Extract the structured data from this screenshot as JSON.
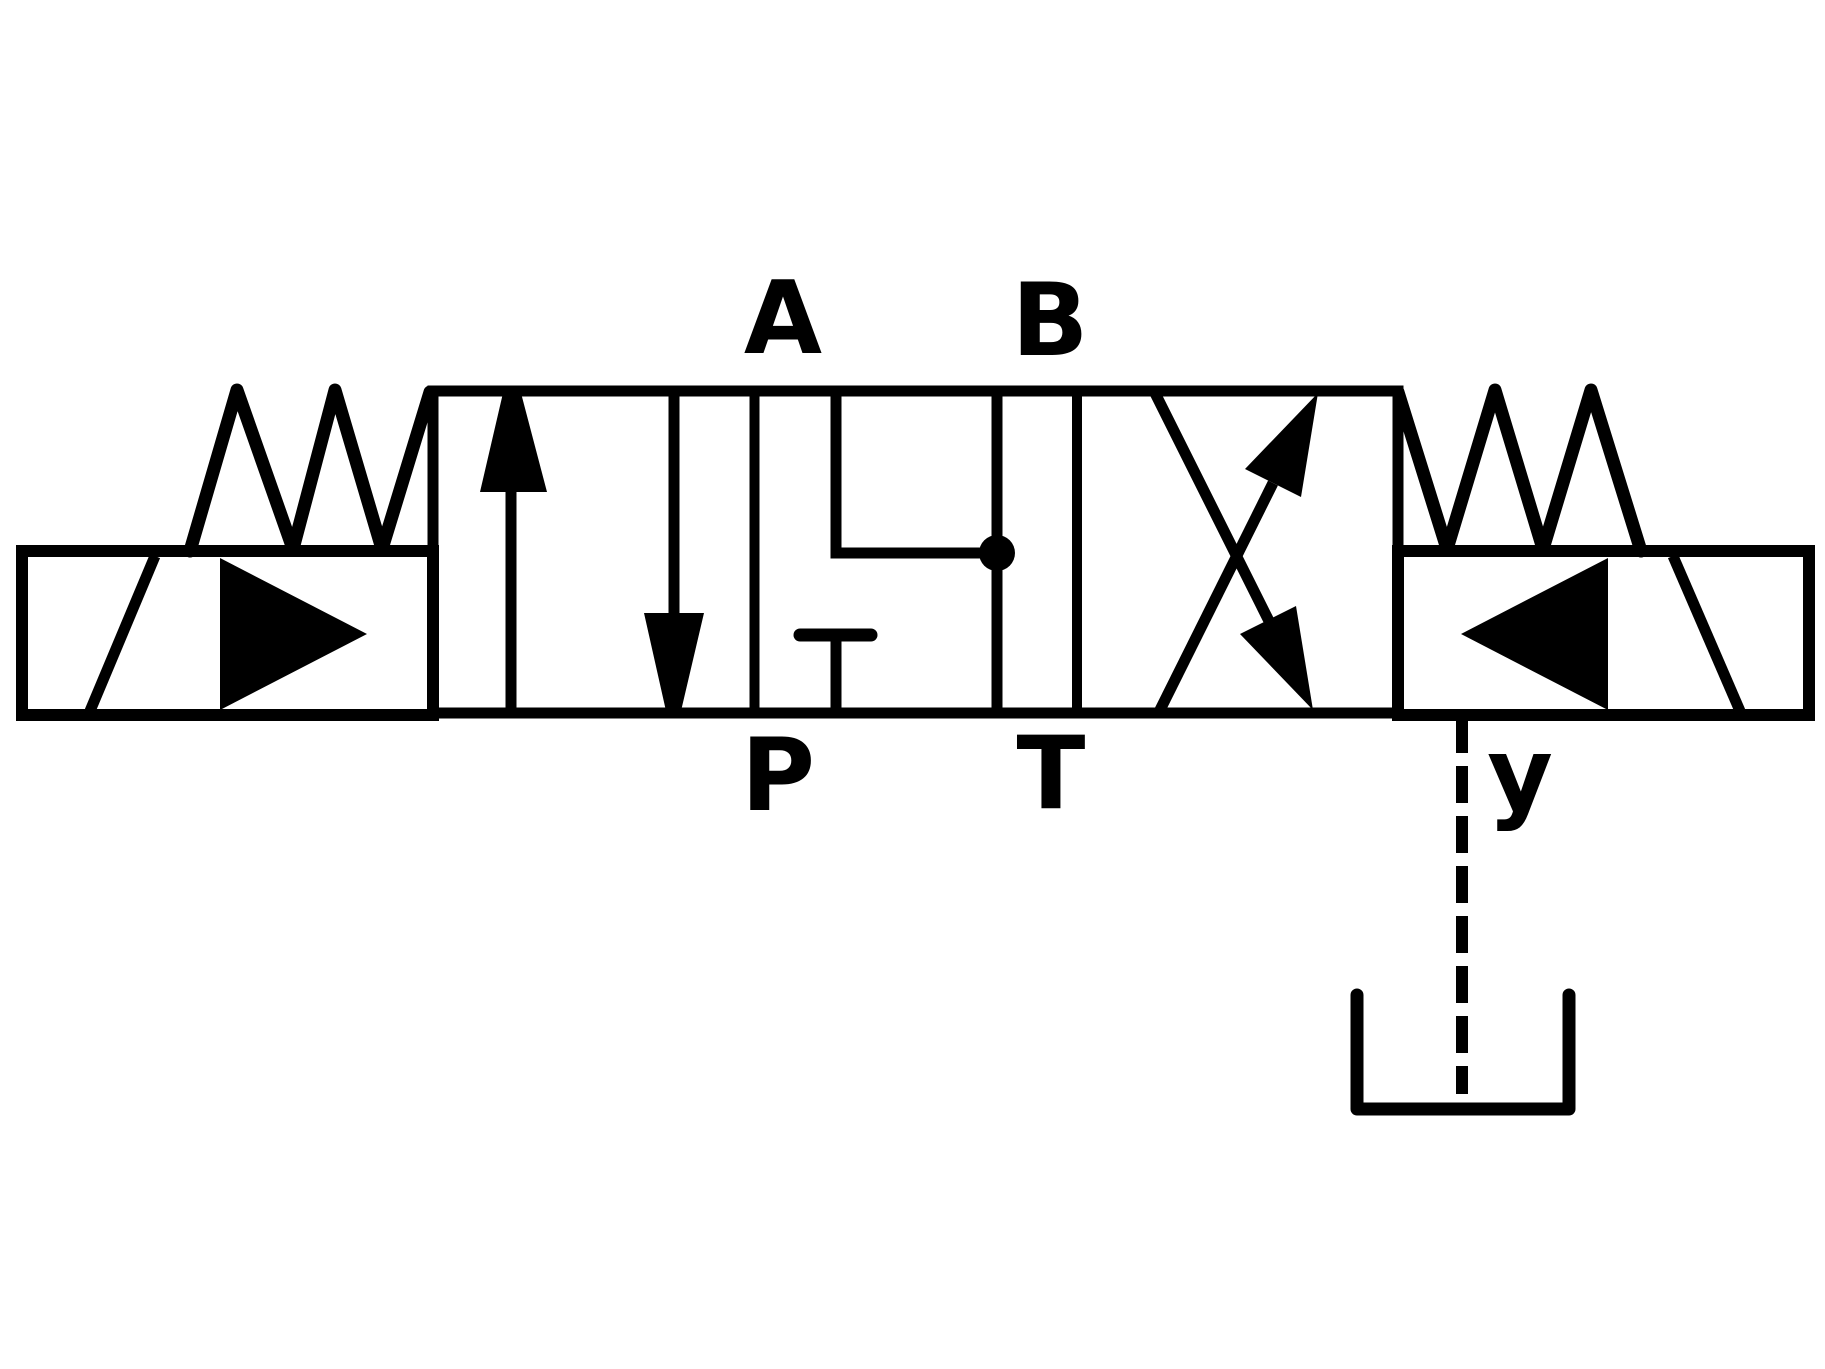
{
  "colors": {
    "ink": "#000000",
    "background": "#ffffff"
  },
  "labels": {
    "port_a": "A",
    "port_b": "B",
    "port_p": "P",
    "port_t": "T",
    "drain_y": "y"
  },
  "symbols": {
    "diagram": "4-3-directional-control-valve-symbol",
    "left_actuator": "solenoid-icon",
    "left_return": "spring-icon",
    "right_actuator": "solenoid-icon",
    "right_return": "spring-icon",
    "position_left": "parallel-flow-arrows-icon",
    "position_center": "a-b-joined-to-tank-p-blocked-icon",
    "position_right": "crossed-flow-arrows-icon",
    "drain": "tank-icon"
  }
}
